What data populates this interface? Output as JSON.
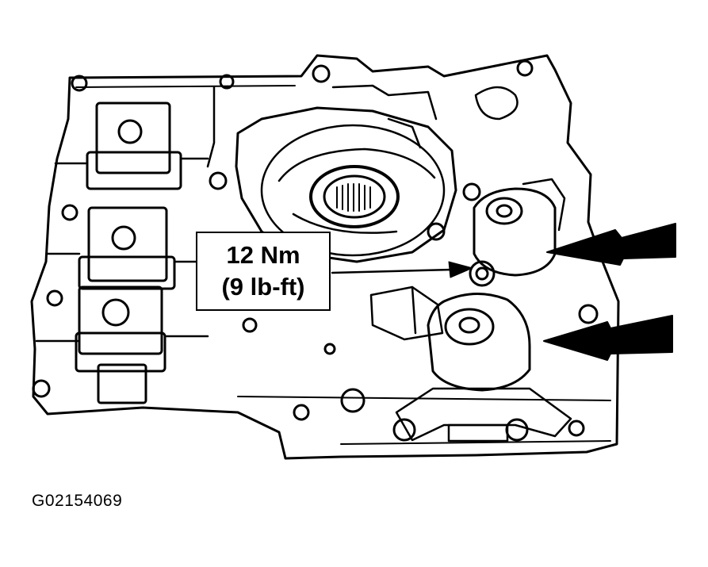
{
  "callout": {
    "torque_metric": "12 Nm",
    "torque_imperial": "(9 lb-ft)"
  },
  "figure_id": "G02154069",
  "colors": {
    "ink": "#000000",
    "paper": "#ffffff"
  },
  "icons": [
    "pointer-arrow",
    "torque-leader-arrow"
  ]
}
